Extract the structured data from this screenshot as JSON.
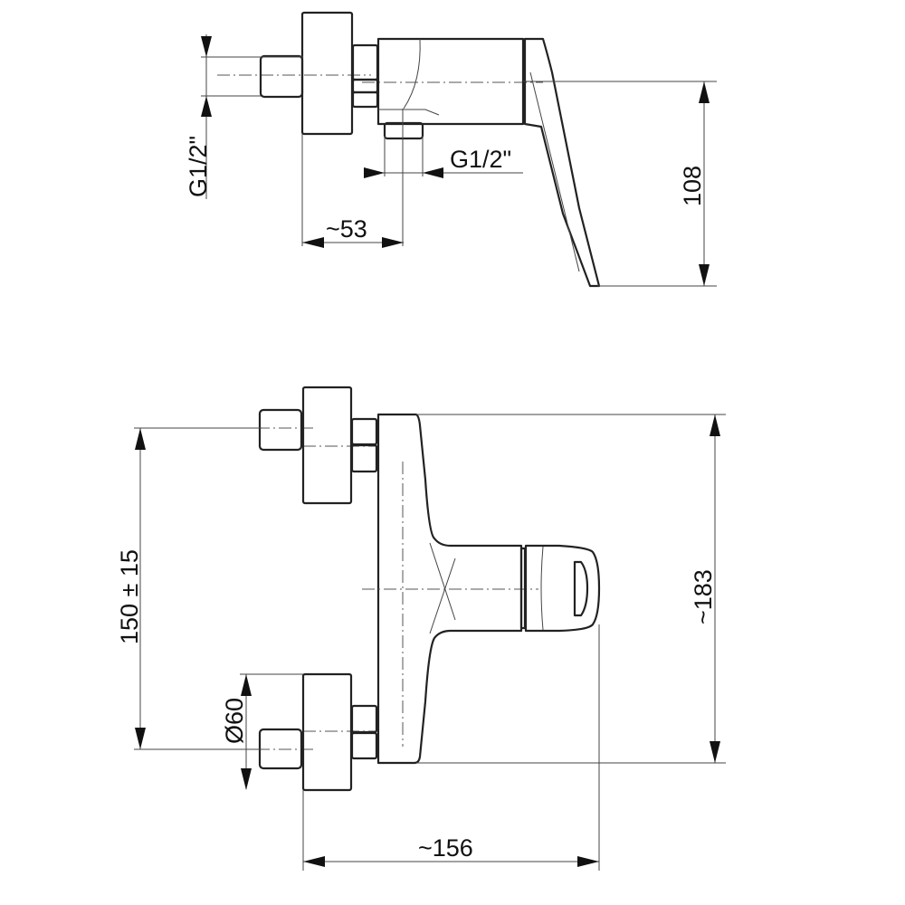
{
  "top_view": {
    "dim_inlet_thread": "G1/2\"",
    "dim_outlet_thread": "G1/2\"",
    "dim_depth": "~53",
    "dim_height": "108"
  },
  "front_view": {
    "dim_center_distance": "150 ± 15",
    "dim_rosette_diameter": "Ø60",
    "dim_total_height": "~183",
    "dim_total_width": "~156"
  },
  "colors": {
    "line": "#222222",
    "background": "#ffffff"
  }
}
